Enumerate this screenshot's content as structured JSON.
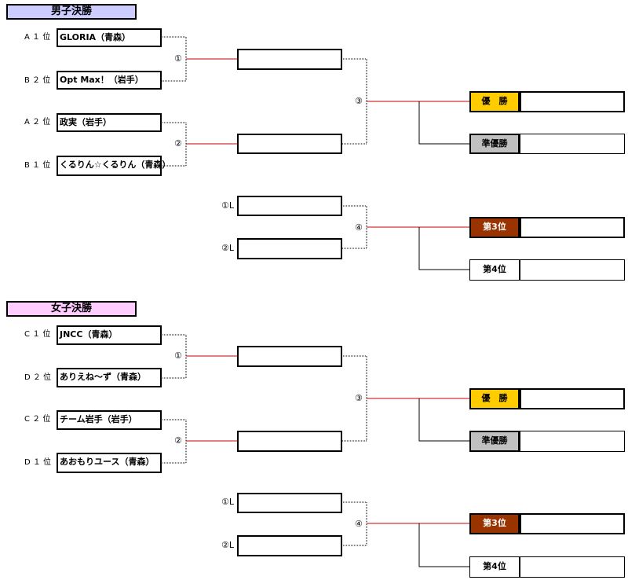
{
  "men": {
    "title": "男子決勝",
    "seeds": [
      {
        "seed": "A １ 位",
        "team": "GLORIA（青森）"
      },
      {
        "seed": "B ２ 位",
        "team": "Opt Max！（岩手）"
      },
      {
        "seed": "A ２ 位",
        "team": "政実（岩手）"
      },
      {
        "seed": "B １ 位",
        "team": "くるりん☆くるりん（青森）"
      }
    ],
    "match1": "①",
    "match2": "②",
    "match3": "③",
    "match4": "④",
    "loser1": "①L",
    "loser2": "②L",
    "champion": "優　勝",
    "runner_up": "準優勝",
    "third": "第3位",
    "fourth": "第4位"
  },
  "women": {
    "title": "女子決勝",
    "seeds": [
      {
        "seed": "C １ 位",
        "team": "JNCC（青森）"
      },
      {
        "seed": "D ２ 位",
        "team": "ありえね～ず（青森）"
      },
      {
        "seed": "C ２ 位",
        "team": "チーム岩手（岩手）"
      },
      {
        "seed": "D １ 位",
        "team": "あおもりユース（青森）"
      }
    ],
    "match1": "①",
    "match2": "②",
    "match3": "③",
    "match4": "④",
    "loser1": "①L",
    "loser2": "②L",
    "champion": "優　勝",
    "runner_up": "準優勝",
    "third": "第3位",
    "fourth": "第4位"
  },
  "colors": {
    "men_title_bg": "#ccccff",
    "women_title_bg": "#ffccff",
    "winner_line": "#cc0000",
    "champion_bg": "#ffcc00",
    "runner_up_bg": "#c0c0c0",
    "third_bg": "#993300"
  }
}
